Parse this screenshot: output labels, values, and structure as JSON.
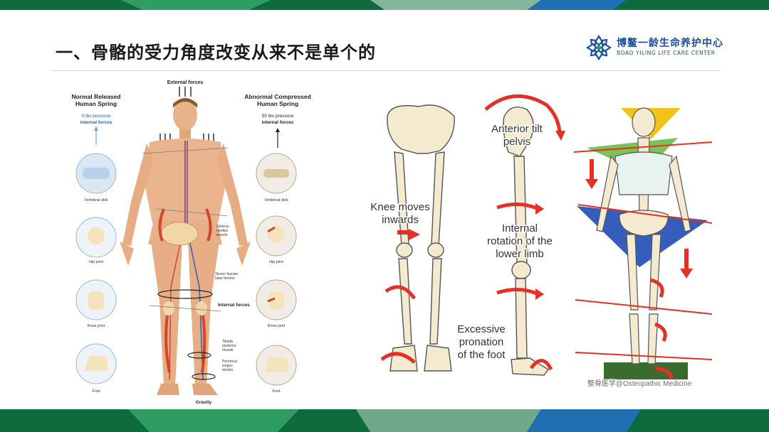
{
  "slide": {
    "title": "一、骨骼的受力角度改变从来不是单个的",
    "colors": {
      "band": "#0d6b3c",
      "band_light": "#2f9c63",
      "band_blue": "#1f6fb2",
      "title": "#1a1a1a",
      "logo": "#1c4f9c",
      "arrow_red": "#e53125"
    }
  },
  "logo": {
    "name_cn": "博鳌一龄生命养护中心",
    "name_en": "BOAO YILING LIFE CARE CENTER",
    "icon": "lotus-logo-icon"
  },
  "left_figure": {
    "normal": "Normal Released\nHuman Spring",
    "normal_pressure": "0 lbs pressure",
    "normal_forces": "internal forces",
    "abnormal": "Abnormal Compressed\nHuman Spring",
    "abnormal_pressure": "50 lbs pressure",
    "abnormal_forces": "internal forces",
    "external_forces": "External forces",
    "vertebral_disk": "Vertebral disk",
    "hip_joint": "Hip joint",
    "knee_joint": "Knee joint",
    "foot": "Foot",
    "gluteus": "Gluteus\nmedius\nmuscle",
    "tensor": "Tensor fasciae\nlatae tendon",
    "internal_forces": "Internal forces",
    "tibialis": "Tibialis\nposterior\nmuscle",
    "peroneus": "Peroneus\nlongus\ntendon",
    "gravity": "Gravity"
  },
  "right_figure": {
    "anterior_tilt": "Anterior tilt\npelvis",
    "knee_moves": "Knee moves\ninwards",
    "internal_rotation": "Internal\nrotation of the\nlower limb",
    "excessive_pronation": "Excessive\npronation\nof the foot",
    "watermark": "整骨医学@Osteopathic Medicine"
  }
}
